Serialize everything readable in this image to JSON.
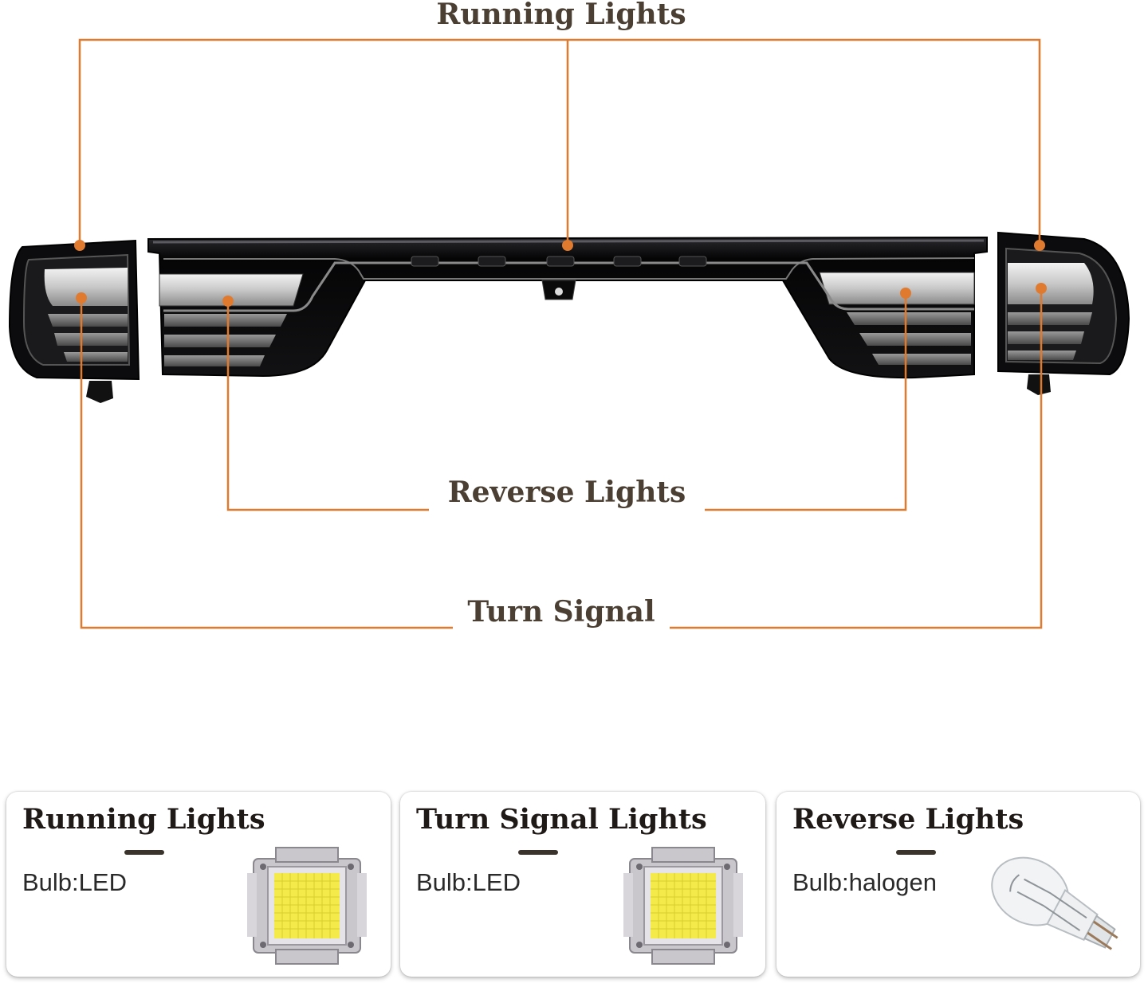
{
  "callouts": {
    "running": "Running Lights",
    "reverse": "Reverse Lights",
    "turn": "Turn Signal"
  },
  "cards": [
    {
      "title": "Running Lights",
      "spec": "Bulb:LED",
      "image": "led-chip"
    },
    {
      "title": "Turn Signal Lights",
      "spec": "Bulb:LED",
      "image": "led-chip"
    },
    {
      "title": "Reverse Lights",
      "spec": "Bulb:halogen",
      "image": "halogen-bulb"
    }
  ],
  "colors": {
    "leader_line": "#e07a2f",
    "callout_text": "#4a3f32",
    "lamp_body": "#0c0c0e",
    "led_yellow": "#f4ea4a"
  }
}
